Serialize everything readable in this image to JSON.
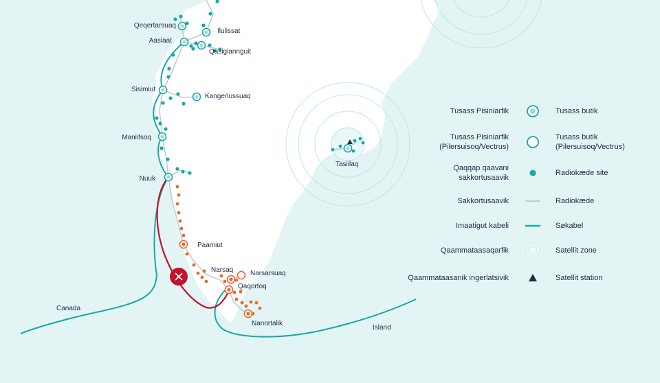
{
  "places": {
    "qeqertarsuaq": "Qeqertarsuaq",
    "ilulissat": "Ilulissat",
    "aasiaat": "Aasiaat",
    "qasigiannguit": "Qasigiannguit",
    "sisimiut": "Sisimiut",
    "kangerlussuaq": "Kangerlussuaq",
    "maniitsoq": "Maniitsoq",
    "nuuk": "Nuuk",
    "paamiut": "Paamiut",
    "narsaq": "Narsaq",
    "narsarsuaq": "Narsarsuaq",
    "qaqortoq": "Qaqortoq",
    "nanortalik": "Nanortalik",
    "tasiilaq": "Tasiilaq",
    "canada": "Canada",
    "island": "Island"
  },
  "legend": [
    {
      "left": "Tusass Pisiniarfik",
      "right": "Tusass butik",
      "icon": "shop-ring-icon"
    },
    {
      "left": "Tusass Pisiniarfik (Pilersuisoq/Vectrus)",
      "right": "Tusass butik (Pilersuisoq/Vectrus)",
      "icon": "partner-shop-ring-icon"
    },
    {
      "left": "Qaqqap qaavani sakkortusaavik",
      "right": "Radiokæde site",
      "icon": "radio-site-dot-icon"
    },
    {
      "left": "Sakkortusaavik",
      "right": "Radiokæde",
      "icon": "radio-chain-line-icon"
    },
    {
      "left": "Imaatigut kabeli",
      "right": "Søkabel",
      "icon": "sea-cable-line-icon"
    },
    {
      "left": "Qaammataasaqarfik",
      "right": "Satellit zone",
      "icon": "satellite-zone-icon"
    },
    {
      "left": "Qaammataasanik ingerlatsivik",
      "right": "Satellit station",
      "icon": "satellite-station-triangle-icon"
    }
  ],
  "colors": {
    "sea": "#e3f4f4",
    "land": "#ffffff",
    "teal": "#17a8a8",
    "red_cable": "#c8102e",
    "orange": "#e56a2e",
    "radio_line": "#c3cbd0",
    "text": "#1c2d45"
  }
}
